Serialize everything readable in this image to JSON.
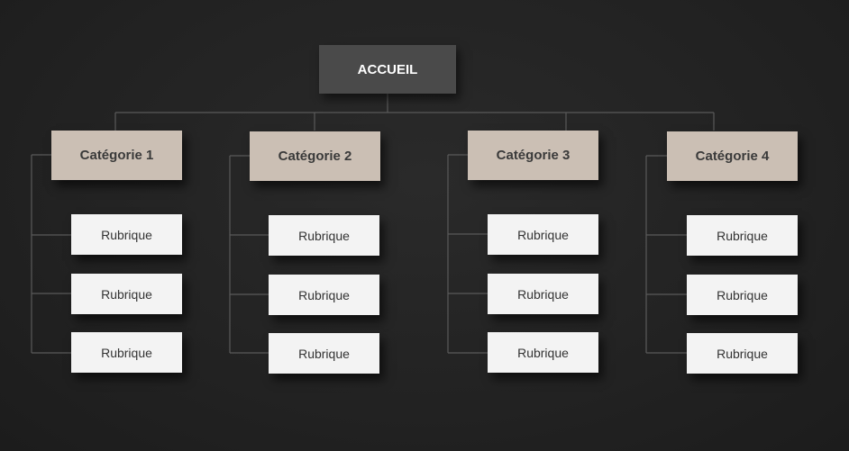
{
  "root": {
    "label": "ACCUEIL"
  },
  "categories": [
    {
      "label": "Catégorie 1",
      "items": [
        "Rubrique",
        "Rubrique",
        "Rubrique"
      ]
    },
    {
      "label": "Catégorie 2",
      "items": [
        "Rubrique",
        "Rubrique",
        "Rubrique"
      ]
    },
    {
      "label": "Catégorie 3",
      "items": [
        "Rubrique",
        "Rubrique",
        "Rubrique"
      ]
    },
    {
      "label": "Catégorie 4",
      "items": [
        "Rubrique",
        "Rubrique",
        "Rubrique"
      ]
    }
  ],
  "colors": {
    "background": "#242424",
    "root_fill": "#4a4a4a",
    "category_fill": "#cbbfb4",
    "rubric_fill": "#f3f3f3",
    "connector": "#5a5a5a"
  }
}
